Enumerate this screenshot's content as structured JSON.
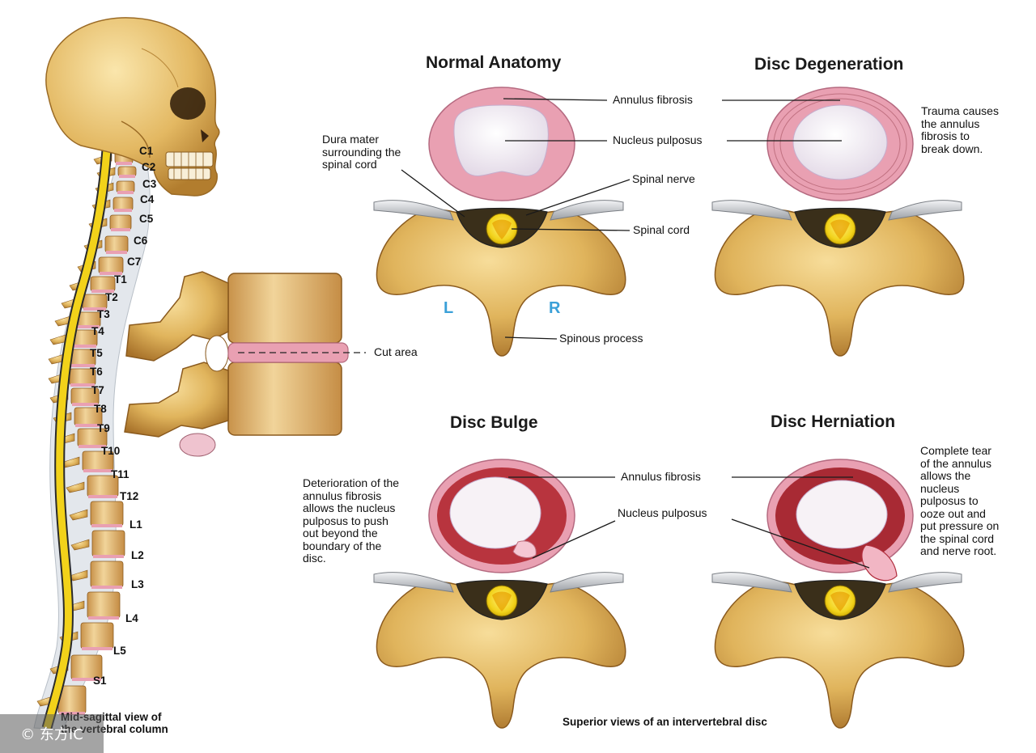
{
  "panels": {
    "normal": {
      "title": "Normal Anatomy"
    },
    "degeneration": {
      "title": "Disc Degeneration"
    },
    "bulge": {
      "title": "Disc Bulge"
    },
    "herniation": {
      "title": "Disc Herniation"
    }
  },
  "labels": {
    "annulus_fibrosis": "Annulus fibrosis",
    "nucleus_pulposus": "Nucleus pulposus",
    "dura_mater": "Dura mater\nsurrounding the\nspinal cord",
    "spinal_nerve": "Spinal nerve",
    "spinal_cord": "Spinal cord",
    "spinous_process": "Spinous process",
    "left": "L",
    "right": "R",
    "cut_area": "Cut area",
    "annulus_fibrosis_2": "Annulus fibrosis",
    "nucleus_pulposus_2": "Nucleus pulposus"
  },
  "notes": {
    "degeneration": "Trauma causes\nthe annulus\nfibrosis to\nbreak down.",
    "bulge": "Deterioration of the\nannulus fibrosis\nallows the nucleus\npulposus to push\nout beyond the\nboundary of the\ndisc.",
    "herniation": "Complete tear\nof the annulus\nallows the\nnucleus\npulposus to\nooze out and\nput pressure on\nthe spinal cord\nand nerve root."
  },
  "vertebrae": [
    "C1",
    "C2",
    "C3",
    "C4",
    "C5",
    "C6",
    "C7",
    "T1",
    "T2",
    "T3",
    "T4",
    "T5",
    "T6",
    "T7",
    "T8",
    "T9",
    "T10",
    "T11",
    "T12",
    "L1",
    "L2",
    "L3",
    "L4",
    "L5",
    "S1"
  ],
  "captions": {
    "column": "Mid-sagittal view of\nthe vertebral column",
    "superior": "Superior views of an intervertebral disc"
  },
  "watermark": "© 东方IC",
  "colors": {
    "bone": "#e0b45c",
    "bone_dark": "#b07a2a",
    "annulus": "#e9a0b2",
    "nucleus": "#f2eef2",
    "cord": "#f2d21a",
    "nerve": "#c9ccd0",
    "lr_accent": "#3aa0d8"
  }
}
